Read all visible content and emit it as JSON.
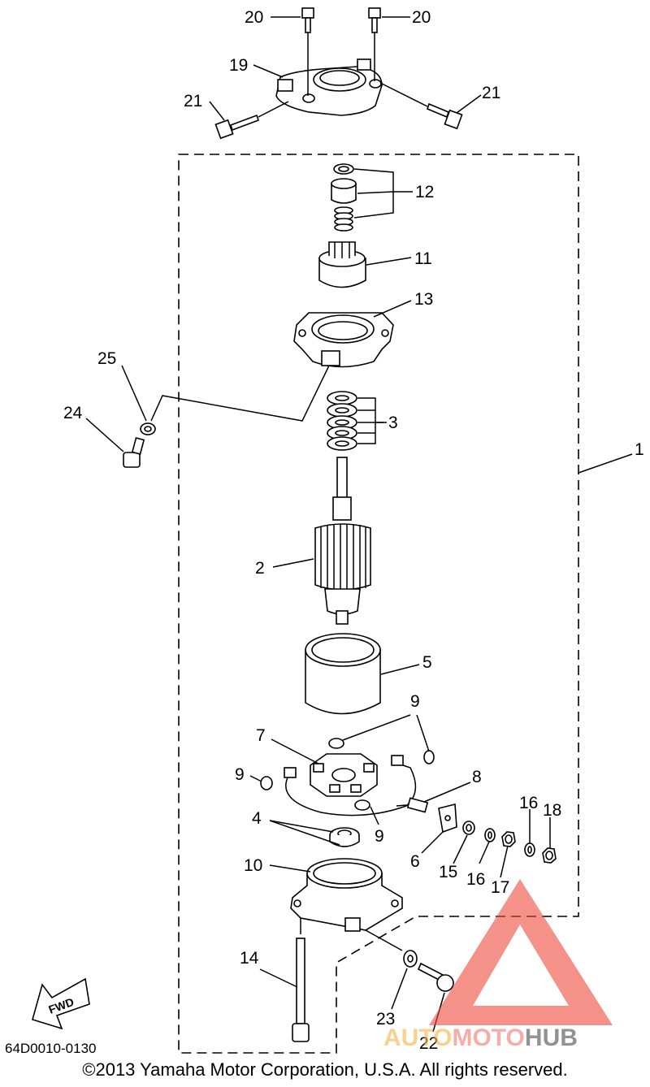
{
  "callouts": [
    {
      "id": "20a",
      "text": "20"
    },
    {
      "id": "20b",
      "text": "20"
    },
    {
      "id": "19",
      "text": "19"
    },
    {
      "id": "21a",
      "text": "21"
    },
    {
      "id": "21b",
      "text": "21"
    },
    {
      "id": "12",
      "text": "12"
    },
    {
      "id": "11",
      "text": "11"
    },
    {
      "id": "13",
      "text": "13"
    },
    {
      "id": "25",
      "text": "25"
    },
    {
      "id": "24",
      "text": "24"
    },
    {
      "id": "3",
      "text": "3"
    },
    {
      "id": "1",
      "text": "1"
    },
    {
      "id": "2",
      "text": "2"
    },
    {
      "id": "5",
      "text": "5"
    },
    {
      "id": "9a",
      "text": "9"
    },
    {
      "id": "7",
      "text": "7"
    },
    {
      "id": "9b",
      "text": "9"
    },
    {
      "id": "8",
      "text": "8"
    },
    {
      "id": "16a",
      "text": "16"
    },
    {
      "id": "18",
      "text": "18"
    },
    {
      "id": "4",
      "text": "4"
    },
    {
      "id": "9c",
      "text": "9"
    },
    {
      "id": "6",
      "text": "6"
    },
    {
      "id": "15",
      "text": "15"
    },
    {
      "id": "16b",
      "text": "16"
    },
    {
      "id": "17",
      "text": "17"
    },
    {
      "id": "10",
      "text": "10"
    },
    {
      "id": "14",
      "text": "14"
    },
    {
      "id": "23",
      "text": "23"
    },
    {
      "id": "22",
      "text": "22"
    }
  ],
  "fwd_label": "FWD",
  "diagram_code": "64D0010-0130",
  "copyright": "©2013 Yamaha Motor Corporation, U.S.A. All rights reserved.",
  "watermark": {
    "parts": [
      "AUTO",
      "MOTO",
      "HUB"
    ],
    "colors": {
      "auto": "#f5b445",
      "moto": "#f07a6e",
      "hub": "#4a4a4a",
      "triangle": "#ee4a3c"
    }
  }
}
